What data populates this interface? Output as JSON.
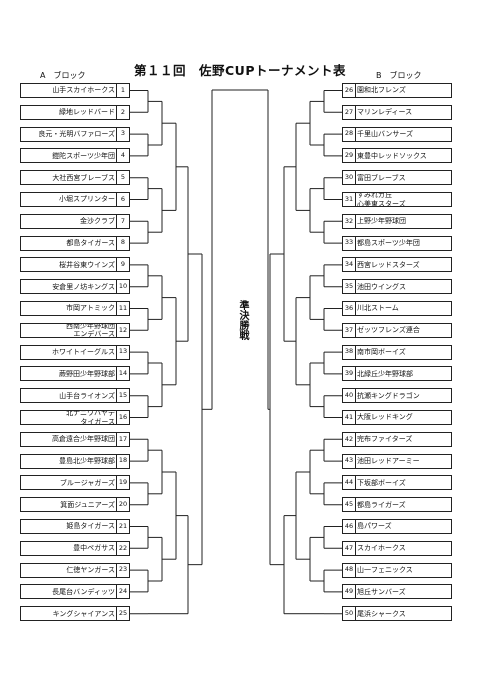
{
  "title": "第１１回　佐野CUPトーナメント表",
  "block_a_label": "A　ブロック",
  "block_b_label": "B　ブロック",
  "semifinal_label": "準決勝戦",
  "teams_a": [
    {
      "no": "1",
      "name": "山手スカイホークス"
    },
    {
      "no": "2",
      "name": "緑地レッドバード"
    },
    {
      "no": "3",
      "name": "良元・光明バファローズ"
    },
    {
      "no": "4",
      "name": "鎧陀スポーツ少年団"
    },
    {
      "no": "5",
      "name": "大社西宮ブレーブス"
    },
    {
      "no": "6",
      "name": "小堀スプリンター"
    },
    {
      "no": "7",
      "name": "金沙クラブ"
    },
    {
      "no": "8",
      "name": "都島タイガース"
    },
    {
      "no": "9",
      "name": "桜井谷東ウインズ"
    },
    {
      "no": "10",
      "name": "安倉里ノ坊キングス"
    },
    {
      "no": "11",
      "name": "市岡アトミック"
    },
    {
      "no": "12",
      "name": "西南少年野球団",
      "name2": "エンデバース"
    },
    {
      "no": "13",
      "name": "ホワイトイーグルス"
    },
    {
      "no": "14",
      "name": "蕨野田少年野球部"
    },
    {
      "no": "15",
      "name": "山手台ライオンズ"
    },
    {
      "no": "16",
      "name": "北ナニワハヤテ",
      "name2": "タイガース"
    },
    {
      "no": "17",
      "name": "高倉遠合少年野球団"
    },
    {
      "no": "18",
      "name": "豊島北少年野球部"
    },
    {
      "no": "19",
      "name": "ブルージャガーズ"
    },
    {
      "no": "20",
      "name": "箕面ジュニアーズ"
    },
    {
      "no": "21",
      "name": "姫島タイガース"
    },
    {
      "no": "22",
      "name": "豊中ペガサス"
    },
    {
      "no": "23",
      "name": "仁徳ヤンガース"
    },
    {
      "no": "24",
      "name": "長尾台バンディッツ"
    },
    {
      "no": "25",
      "name": "キングシャイアンス"
    }
  ],
  "teams_b": [
    {
      "no": "26",
      "name": "園和北フレンズ"
    },
    {
      "no": "27",
      "name": "マリンレディース"
    },
    {
      "no": "28",
      "name": "千里山バンサーズ"
    },
    {
      "no": "29",
      "name": "東豊中レッドソックス"
    },
    {
      "no": "30",
      "name": "富田ブレーブス"
    },
    {
      "no": "31",
      "name": "すみれガ丘",
      "name2": "心美東スターズ"
    },
    {
      "no": "32",
      "name": "上野少年野球団"
    },
    {
      "no": "33",
      "name": "都島スポーツ少年団"
    },
    {
      "no": "34",
      "name": "西宮レッドスターズ"
    },
    {
      "no": "35",
      "name": "池田ウイングス"
    },
    {
      "no": "36",
      "name": "川北ストーム"
    },
    {
      "no": "37",
      "name": "ゼッツフレンズ連合"
    },
    {
      "no": "38",
      "name": "南市岡ボーイズ"
    },
    {
      "no": "39",
      "name": "北緑丘少年野球部"
    },
    {
      "no": "40",
      "name": "抗瀬キングドラゴン"
    },
    {
      "no": "41",
      "name": "大阪レッドキング"
    },
    {
      "no": "42",
      "name": "完布ファイターズ"
    },
    {
      "no": "43",
      "name": "池田レッドアーミー"
    },
    {
      "no": "44",
      "name": "下坂部ボーイズ"
    },
    {
      "no": "45",
      "name": "都島ライガーズ"
    },
    {
      "no": "46",
      "name": "島パワーズ"
    },
    {
      "no": "47",
      "name": "スカイホークス"
    },
    {
      "no": "48",
      "name": "山一フェニックス"
    },
    {
      "no": "49",
      "name": "旭丘サンバーズ"
    },
    {
      "no": "50",
      "name": "尾浜シャークス"
    }
  ]
}
